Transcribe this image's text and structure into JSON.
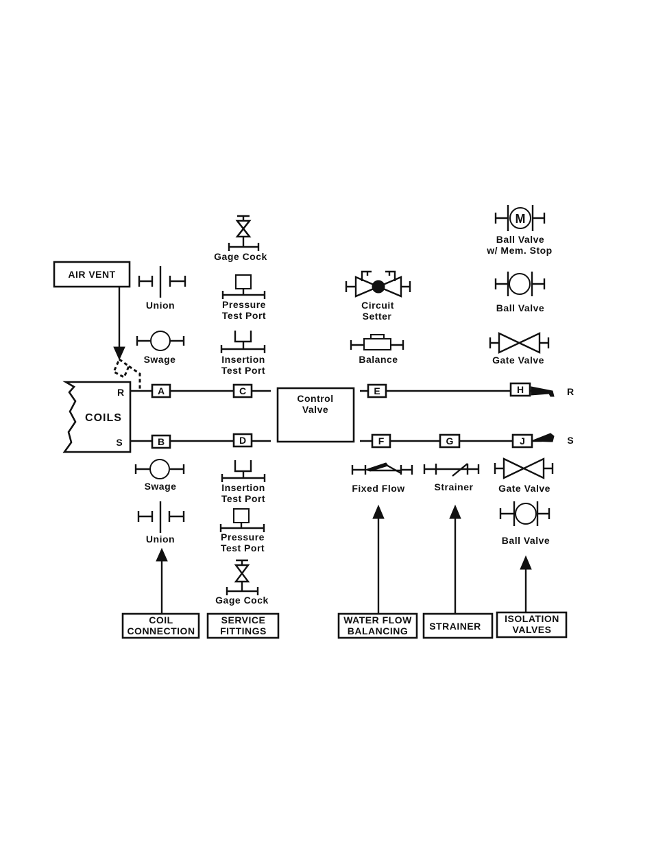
{
  "air_vent": "AIR VENT",
  "coils": {
    "title": "COILS",
    "return": "R",
    "supply": "S"
  },
  "line_ends": {
    "return": "R",
    "supply": "S"
  },
  "points": {
    "a": "A",
    "b": "B",
    "c": "C",
    "d": "D",
    "e": "E",
    "f": "F",
    "g": "G",
    "h": "H",
    "j": "J"
  },
  "control_valve": [
    "Control",
    "Valve"
  ],
  "symbols": {
    "union_top": [
      "Union"
    ],
    "swage_top": [
      "Swage"
    ],
    "union_bottom": [
      "Union"
    ],
    "swage_bottom": [
      "Swage"
    ],
    "gage_cock_top": [
      "Gage  Cock"
    ],
    "pressure_test_port_top": [
      "Pressure",
      "Test  Port"
    ],
    "insertion_test_port_top": [
      "Insertion",
      "Test  Port"
    ],
    "insertion_test_port_bottom": [
      "Insertion",
      "Test  Port"
    ],
    "pressure_test_port_bottom": [
      "Pressure",
      "Test  Port"
    ],
    "gage_cock_bottom": [
      "Gage  Cock"
    ],
    "circuit_setter": [
      "Circuit",
      "Setter"
    ],
    "balance": [
      "Balance"
    ],
    "fixed_flow": [
      "Fixed  Flow"
    ],
    "strainer": [
      "Strainer"
    ],
    "ball_valve_mem_stop": [
      "Ball  Valve",
      "w/  Mem.  Stop"
    ],
    "ball_valve_top": [
      "Ball  Valve"
    ],
    "gate_valve_top": [
      "Gate  Valve"
    ],
    "gate_valve_bottom": [
      "Gate  Valve"
    ],
    "ball_valve_bottom": [
      "Ball  Valve"
    ],
    "motor_letter": "M"
  },
  "categories": {
    "coil_connection": [
      "COIL",
      "CONNECTION"
    ],
    "service_fittings": [
      "SERVICE",
      "FITTINGS"
    ],
    "water_flow_balancing": [
      "WATER  FLOW",
      "BALANCING"
    ],
    "strainer": [
      "STRAINER"
    ],
    "isolation_valves": [
      "ISOLATION",
      "VALVES"
    ]
  }
}
